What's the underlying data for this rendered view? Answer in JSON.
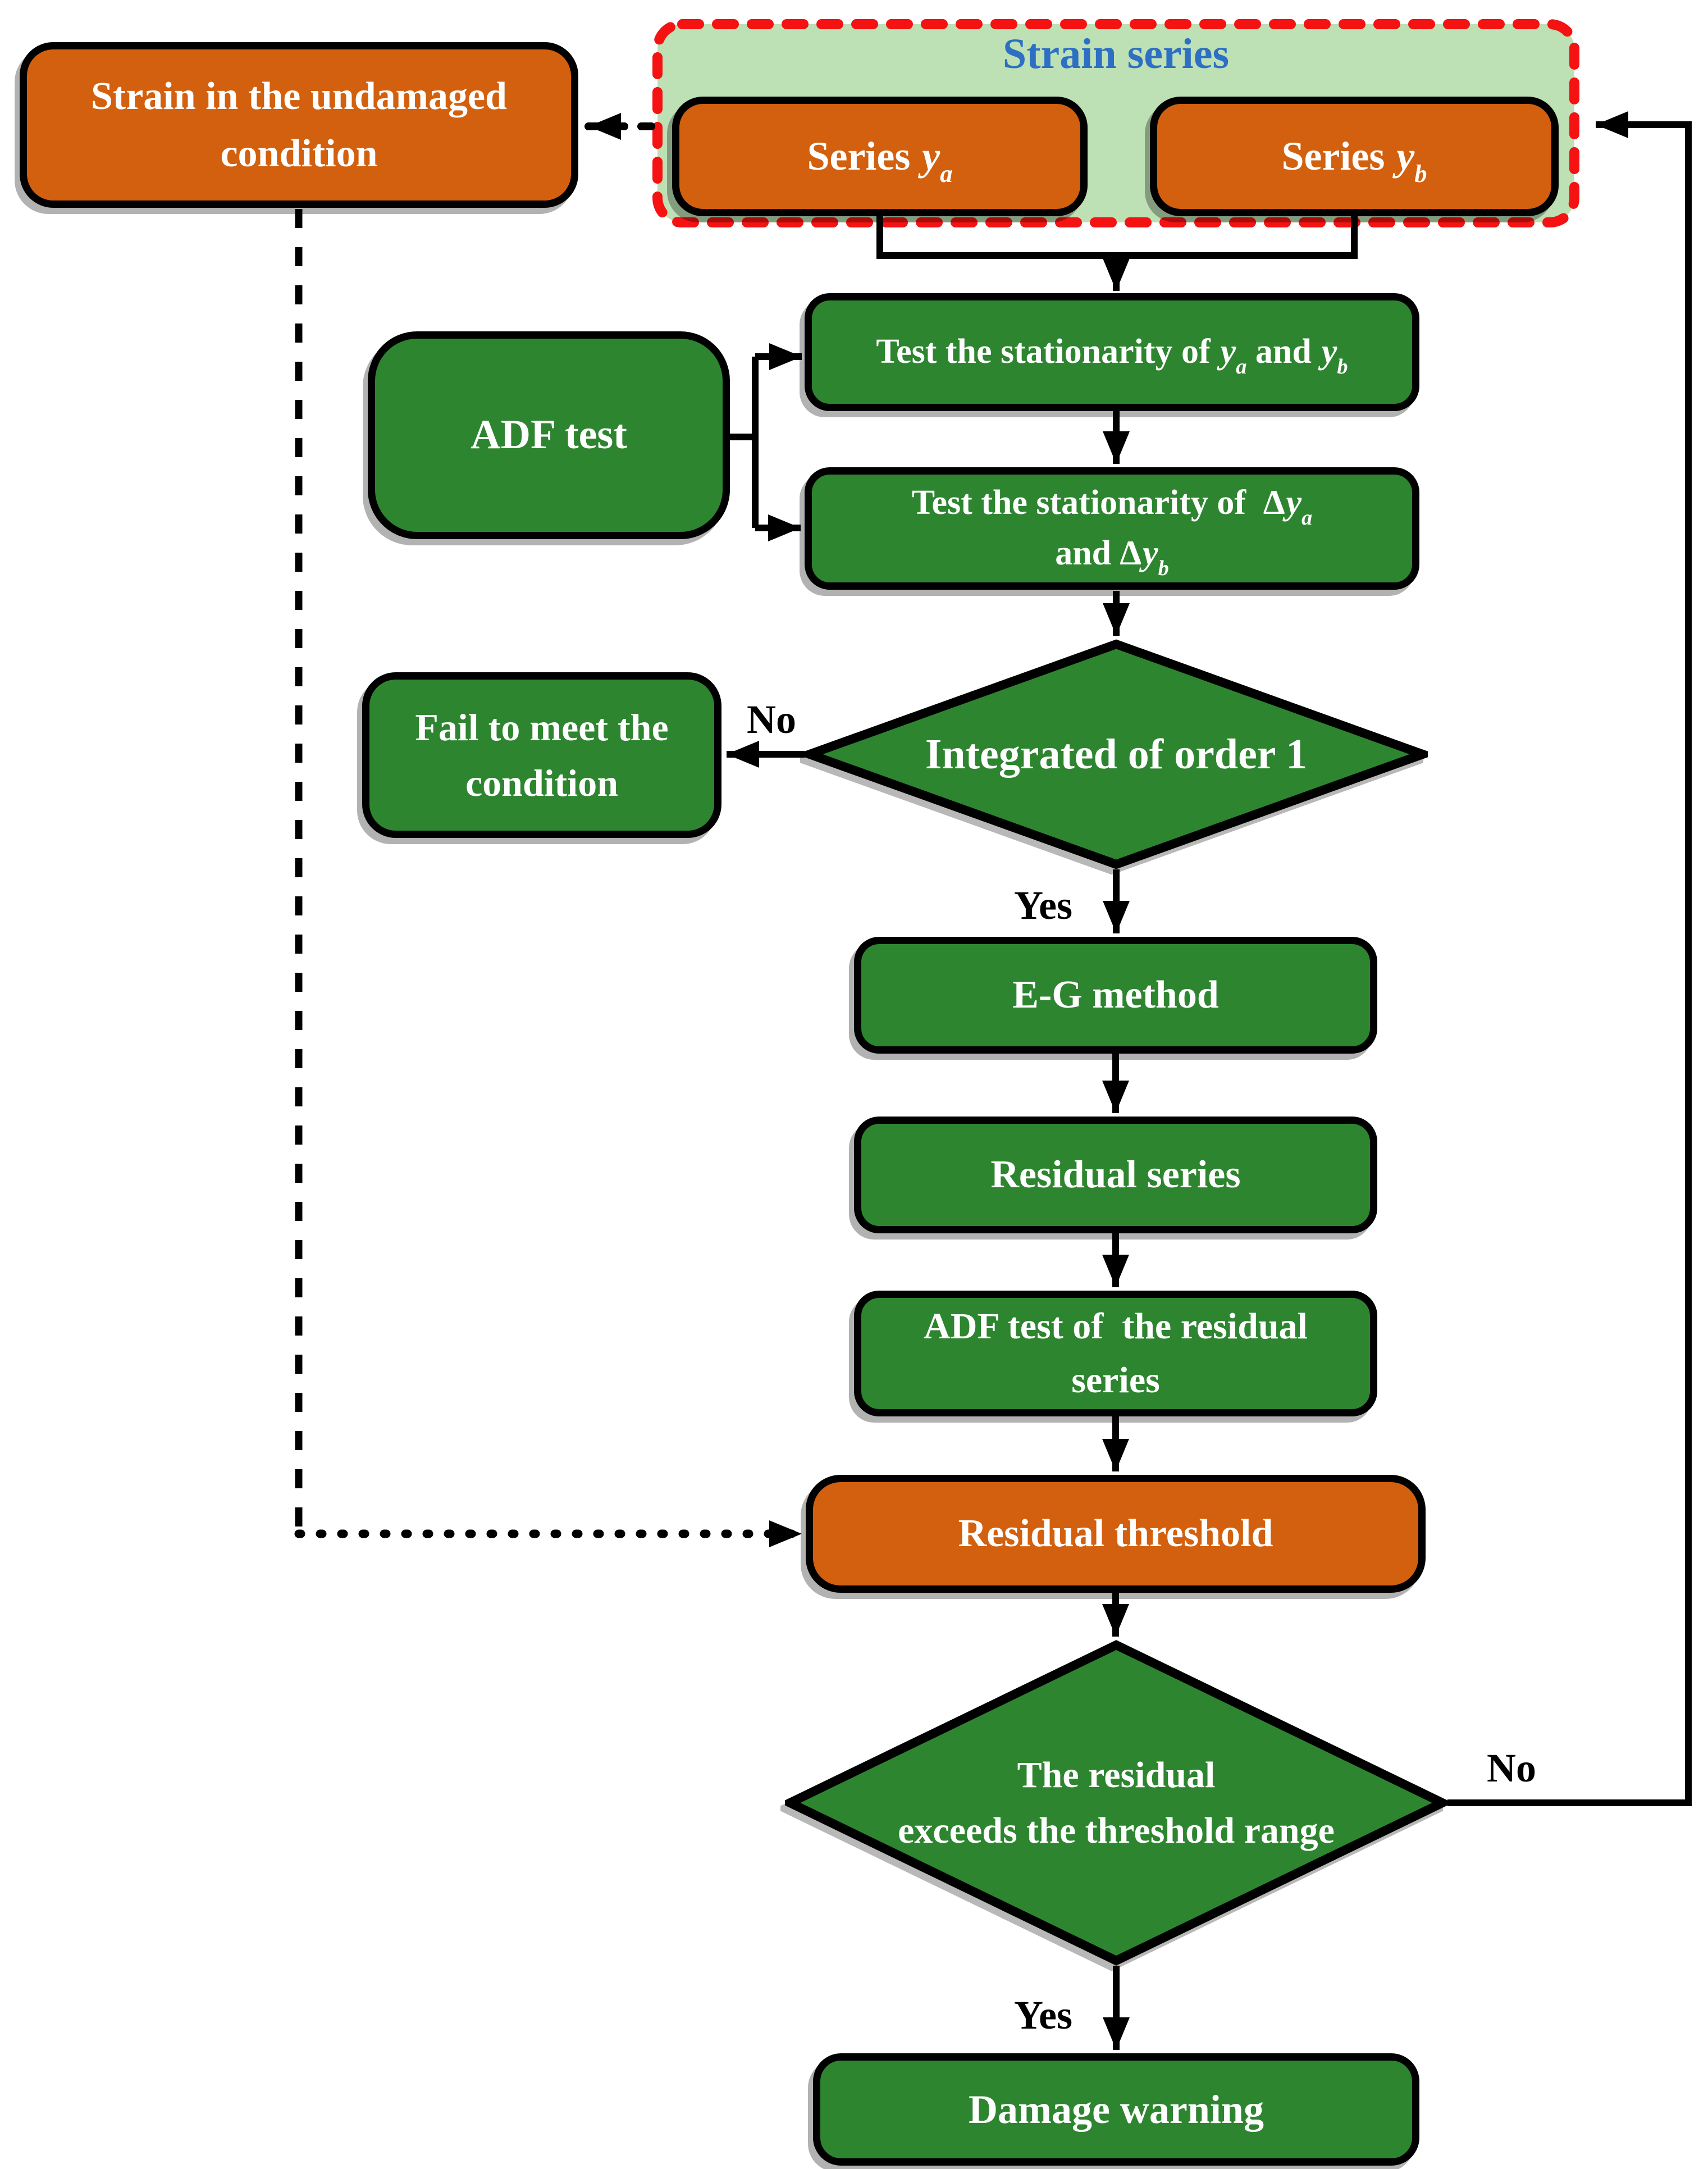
{
  "nodes": {
    "undamaged": {
      "line1": "Strain in the undamaged",
      "line2": "condition"
    },
    "strain_series": {
      "title": "Strain series"
    },
    "series_a": {
      "prefix": "Series ",
      "variable": "y",
      "subscript": "a"
    },
    "series_b": {
      "prefix": "Series ",
      "variable": "y",
      "subscript": "b"
    },
    "adf_test": {
      "label": "ADF test"
    },
    "test_y": {
      "p1": "Test the stationarity of ",
      "v1": "y",
      "s1": "a",
      "p2": " and ",
      "v2": "y",
      "s2": "b"
    },
    "test_dy": {
      "p1": "Test the stationarity of  ",
      "d1": "∆",
      "v1": "y",
      "s1": "a",
      "p2": "and ",
      "d2": "∆",
      "v2": "y",
      "s2": "b"
    },
    "integrated": {
      "label": "Integrated of order 1"
    },
    "fail": {
      "line1": "Fail to meet the",
      "line2": "condition"
    },
    "eg": {
      "label": "E-G method"
    },
    "residual_series": {
      "label": "Residual series"
    },
    "adf_residual": {
      "line1": "ADF test of  the residual",
      "line2": "series"
    },
    "residual_threshold": {
      "label": "Residual threshold"
    },
    "exceeds": {
      "line1": "The residual",
      "line2": "exceeds the threshold range"
    },
    "damage": {
      "label": "Damage warning"
    }
  },
  "edge_labels": {
    "no1": "No",
    "yes1": "Yes",
    "no2": "No",
    "yes2": "Yes"
  },
  "colors": {
    "green": "#2E8530",
    "orange": "#D2600E",
    "container_bg": "#BEE0B5",
    "container_border": "#F41212",
    "title_blue": "#2C6FC4",
    "line": "#000000",
    "text": "#FFFFFF"
  }
}
